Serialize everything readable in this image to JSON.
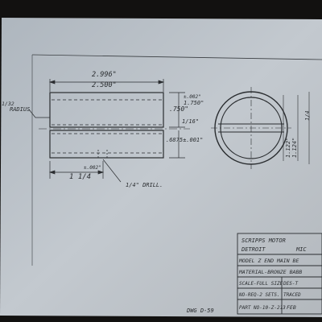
{
  "drawing": {
    "dims": {
      "length_1": "2.996\"",
      "length_2": "2.500\"",
      "radius_frac": "1/32",
      "radius_word": "RADIUS",
      "od_1": "1.750\"",
      "od_2": ".750\"",
      "od_tol": "±.002\"",
      "wall": "1/16\"",
      "id_dim": ".6875±.001\"",
      "hole_pos": "1 1/4",
      "hole_tol": "±.002\"",
      "drill_note": "1/4\" DRILL.",
      "end_dim_1": "1.122\"",
      "end_dim_2": "1.124\"",
      "end_frac": "1/4",
      "dwg_no": "DWG D-59"
    },
    "title_block": {
      "r1": "SCRIPPS MOTOR",
      "r2a": "DETROIT",
      "r2b": "MIC",
      "r3": "MODEL Z END MAIN BE",
      "r4": "MATERIAL-BRONZE BABB",
      "r5a": "SCALE-FULL SIZE",
      "r5b": "DES-T",
      "r6a": "NO-REQ-2 SETS.",
      "r6b": "TRACED",
      "r7a": "PART NO-10-Z-213",
      "r7b": "FEB"
    }
  }
}
